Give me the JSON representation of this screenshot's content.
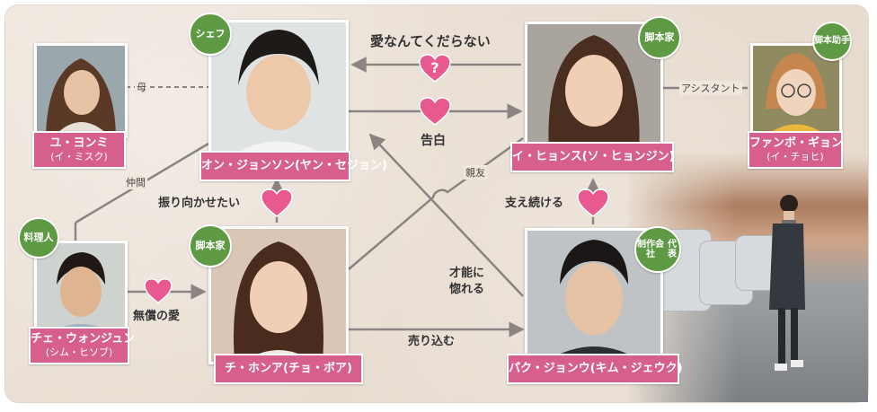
{
  "people": {
    "yu_yeonmi": {
      "name": "ユ・ヨンミ",
      "actor": "(イ・ミスク)"
    },
    "on_jeongseon": {
      "name_full": "オン・ジョンソン(ヤン・セジョン)",
      "role": "シェフ"
    },
    "lee_hyunsu": {
      "name_full": "イ・ヒョンス(ソ・ヒョンジン)",
      "role": "脚本家"
    },
    "hwangbo_jiwon": {
      "name": "ファンボ・ギョン",
      "actor": "(イ・チョヒ)",
      "role_line1": "脚本",
      "role_line2": "助手"
    },
    "choi_woonseung": {
      "name": "チェ・ウォンジュン",
      "actor": "(シム・ヒソブ)",
      "role": "料理人"
    },
    "ji_honga": {
      "name_full": "チ・ホンア(チョ・ボア)",
      "role": "脚本家"
    },
    "park_jeongwoo": {
      "name_full": "パク・ジョンウ(キム・ジェウク)",
      "role_line1": "制作会社",
      "role_line2": "代表"
    }
  },
  "relations": {
    "love_silly": "愛なんてくだらない",
    "confession": "告白",
    "want_to_turn": "振り向かせたい",
    "keep_supporting": "支え続ける",
    "unconditional_love": "無償の愛",
    "sell_in": "売り込む",
    "talent_line1": "才能に",
    "talent_line2": "惚れる",
    "mother": "母",
    "assistant": "アシスタント",
    "colleague": "仲間",
    "close_friend": "親友"
  },
  "colors": {
    "label_pink": "#d65f8e",
    "badge_green": "#5e9a43",
    "heart_pink": "#e8598f",
    "line_gray": "#8a8583"
  }
}
